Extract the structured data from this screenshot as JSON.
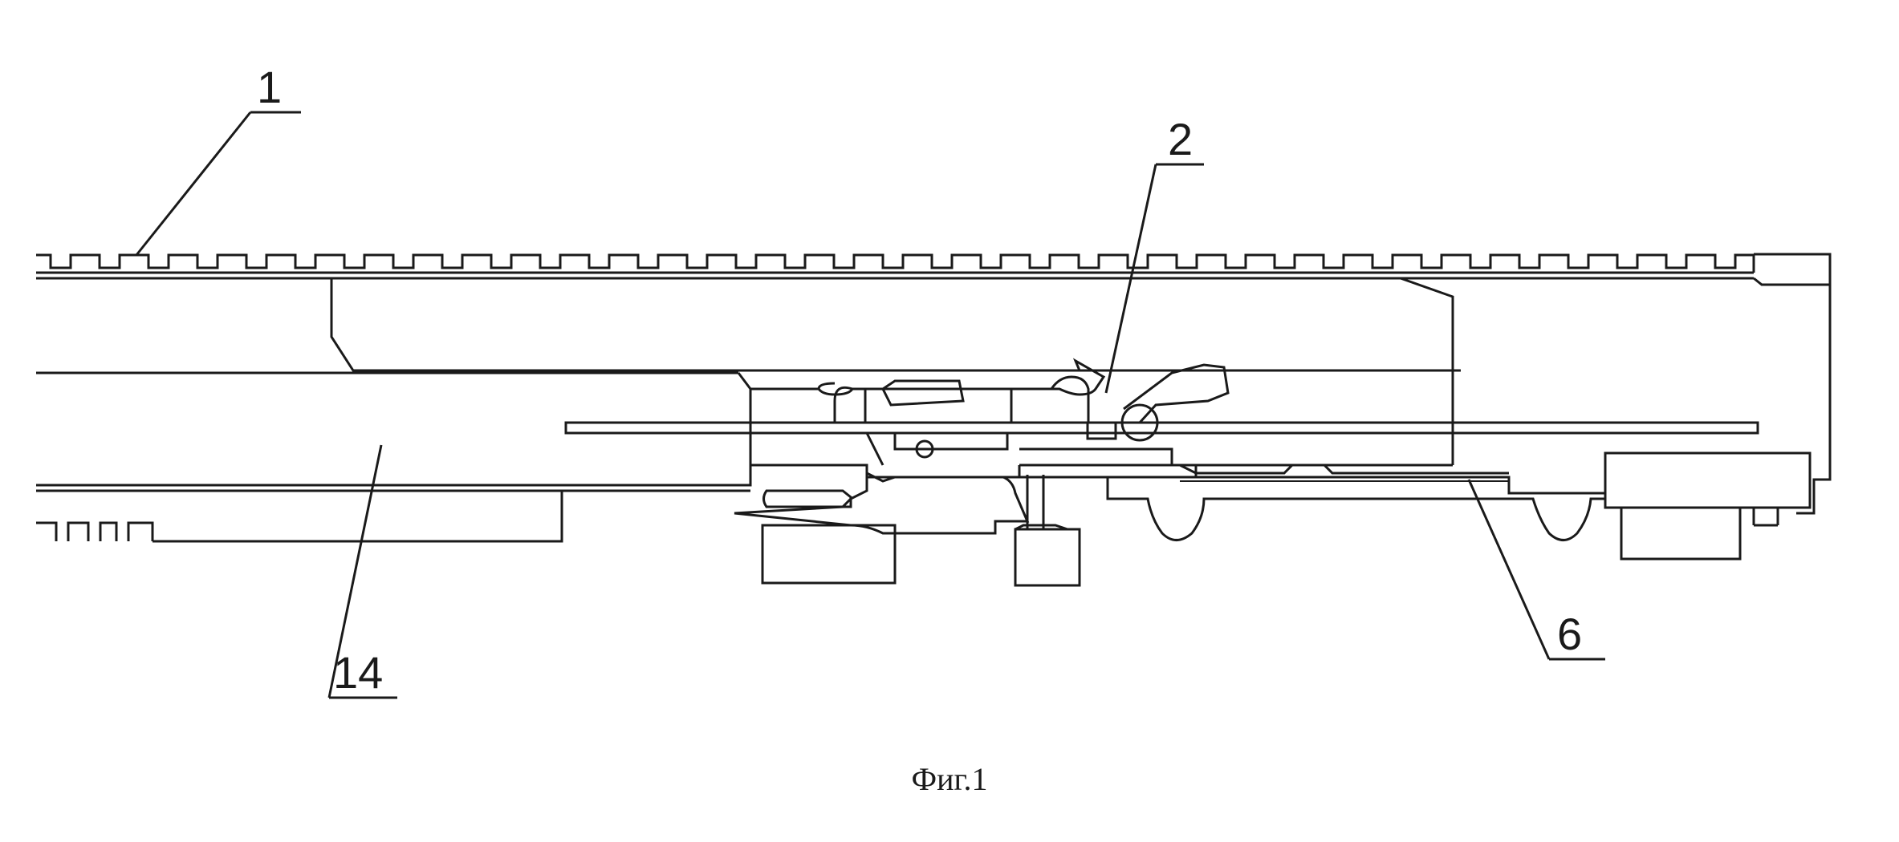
{
  "figure": {
    "labels": {
      "part_1": "1",
      "part_2": "2",
      "part_6": "6",
      "part_14": "14"
    },
    "caption": "Фиг.1"
  }
}
